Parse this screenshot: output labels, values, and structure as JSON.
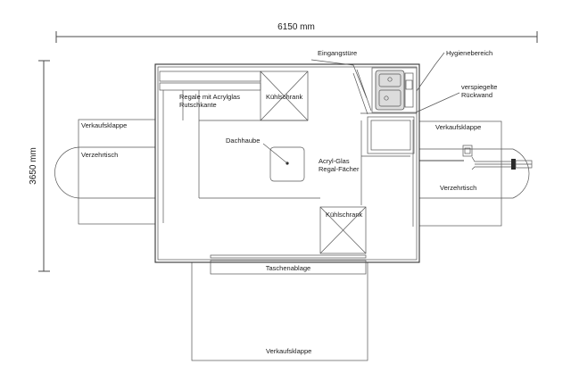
{
  "dimensions": {
    "width": "6150 mm",
    "height": "3650 mm"
  },
  "labels": {
    "eingangstuere": "Eingangstüre",
    "hygienebereich": "Hygienebereich",
    "verspiegelte_1": "verspiegelte",
    "verspiegelte_2": "Rückwand",
    "regale_1": "Regale mit Acrylglas",
    "regale_2": "Rutschkante",
    "kuehlschrank_top": "Kühlschrank",
    "kuehlschrank_bottom": "Kühlschrank",
    "dachhaube": "Dachhaube",
    "acryl_1": "Acryl-Glas",
    "acryl_2": "Regal-Fächer",
    "verkaufsklappe_left": "Verkaufsklappe",
    "verzehrtisch_left": "Verzehrtisch",
    "verkaufsklappe_right": "Verkaufsklappe",
    "verzehrtisch_right": "Verzehrtisch",
    "taschenablage": "Taschenablage",
    "verkaufsklappe_bottom": "Verkaufsklappe"
  }
}
